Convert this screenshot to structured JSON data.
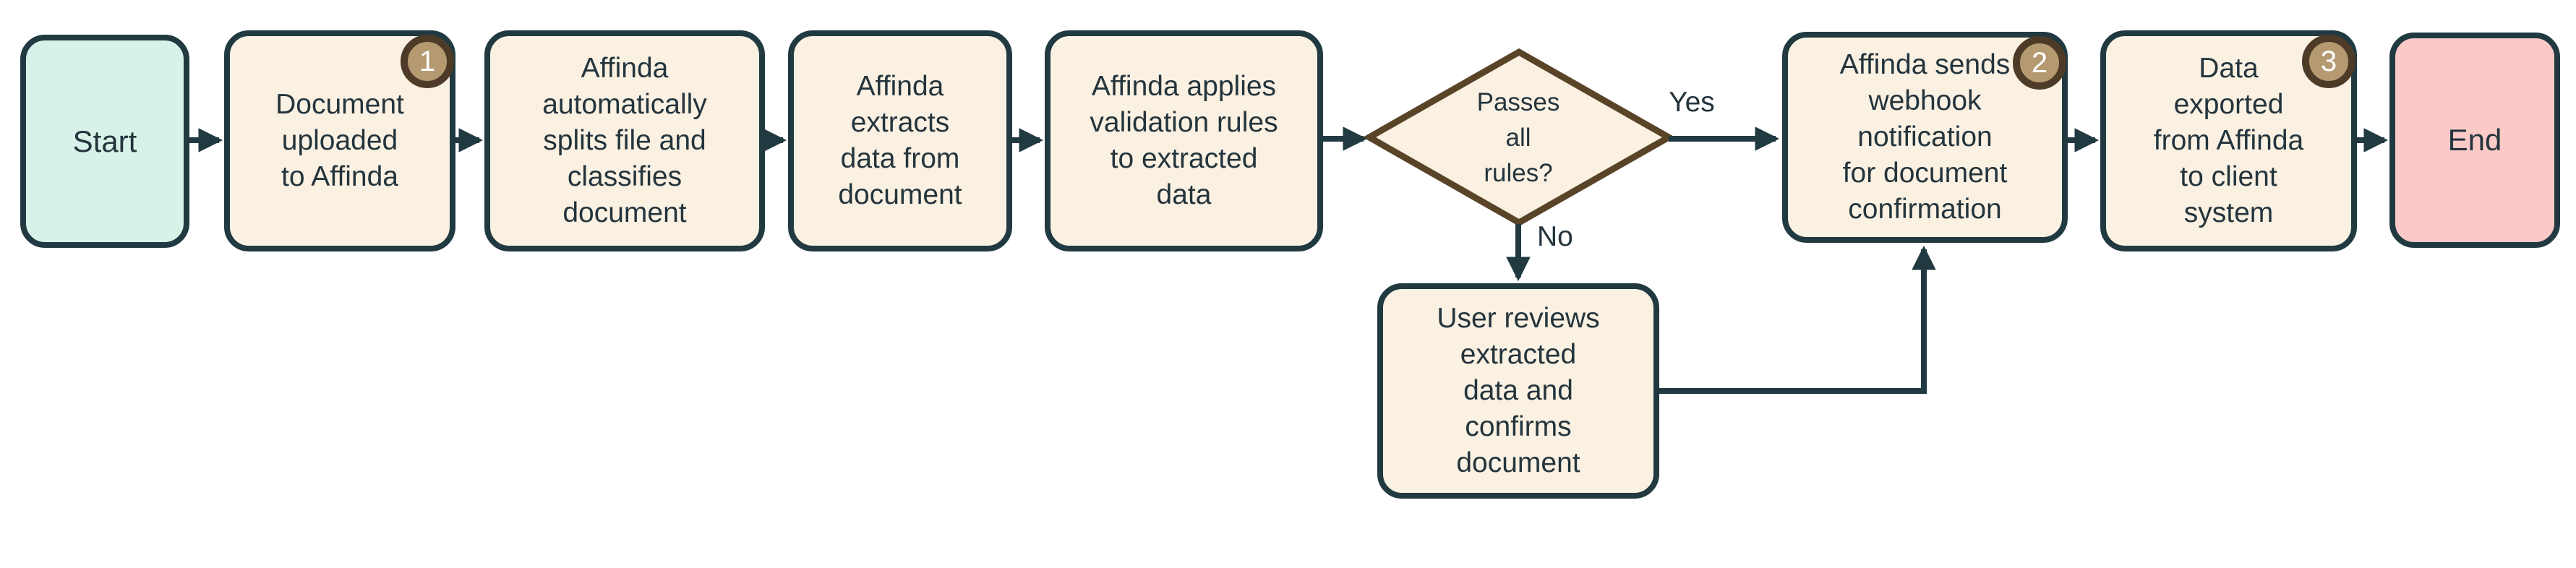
{
  "nodes": {
    "start": {
      "label": "Start"
    },
    "upload": {
      "label": "Document\nuploaded\nto Affinda",
      "badge": "1"
    },
    "split": {
      "label": "Affinda\nautomatically\nsplits file and\nclassifies\ndocument"
    },
    "extract": {
      "label": "Affinda\nextracts\ndata from\ndocument"
    },
    "validate": {
      "label": "Affinda applies\nvalidation rules\nto extracted\ndata"
    },
    "decision": {
      "label": "Passes\nall\nrules?"
    },
    "webhook": {
      "label": "Affinda sends\nwebhook\nnotification\nfor document\nconfirmation",
      "badge": "2"
    },
    "data_export": {
      "label": "Data\nexported\nfrom Affinda\nto client\nsystem",
      "badge": "3"
    },
    "end": {
      "label": "End"
    },
    "review": {
      "label": "User reviews\nextracted\ndata and\nconfirms\ndocument"
    }
  },
  "edges": {
    "yes_label": "Yes",
    "no_label": "No"
  },
  "colors": {
    "node_border": "#213a41",
    "process_fill": "#faf1e3",
    "start_fill": "#d7f2e9",
    "end_fill": "#fbcac7",
    "decision_border": "#594428",
    "badge_fill": "#b59a71",
    "badge_border": "#4e3b27",
    "text": "#24343c",
    "arrow": "#213a41"
  }
}
